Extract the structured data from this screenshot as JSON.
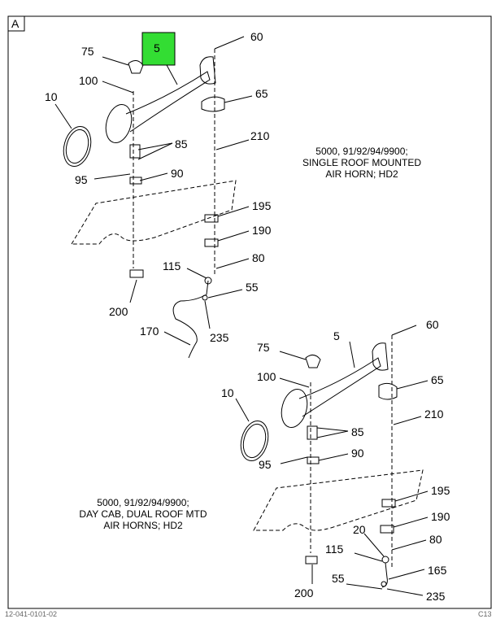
{
  "frame_label": "A",
  "highlight": {
    "label": "5",
    "color": "#33dd33"
  },
  "notes": {
    "upper": [
      "5000, 91/92/94/9900;",
      "SINGLE ROOF MOUNTED",
      "AIR HORN; HD2"
    ],
    "lower": [
      "5000, 91/92/94/9900;",
      "DAY CAB, DUAL ROOF MTD",
      "AIR HORNS; HD2"
    ]
  },
  "upper_callouts": [
    "75",
    "100",
    "10",
    "60",
    "65",
    "210",
    "85",
    "95",
    "90",
    "195",
    "190",
    "80",
    "115",
    "55",
    "200",
    "170",
    "235"
  ],
  "lower_callouts": [
    "5",
    "60",
    "75",
    "100",
    "65",
    "10",
    "85",
    "210",
    "95",
    "90",
    "195",
    "190",
    "20",
    "115",
    "80",
    "165",
    "55",
    "235",
    "200"
  ],
  "footer": {
    "left": "12-041-0101-02",
    "right": "C13"
  }
}
